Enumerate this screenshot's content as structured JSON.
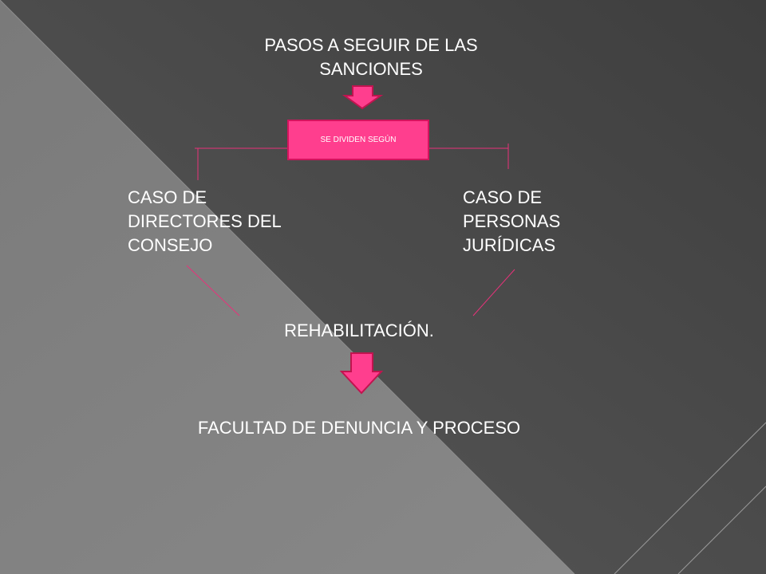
{
  "title": "PASOS A SEGUIR DE LAS SANCIONES",
  "box_label": "SE DIVIDEN SEGÚN",
  "left_case": "CASO DE\nDIRECTORES DEL\nCONSEJO",
  "right_case": "CASO DE\nPERSONAS\nJURÍDICAS",
  "rehab": "REHABILITACIÓN.",
  "facultad": "FACULTAD DE DENUNCIA Y PROCESO",
  "colors": {
    "accent": "#ff3e8e",
    "accent_border": "#d4145e",
    "line": "#e8327a"
  },
  "icons": [
    "arrow-down-icon",
    "arrow-down-icon"
  ]
}
